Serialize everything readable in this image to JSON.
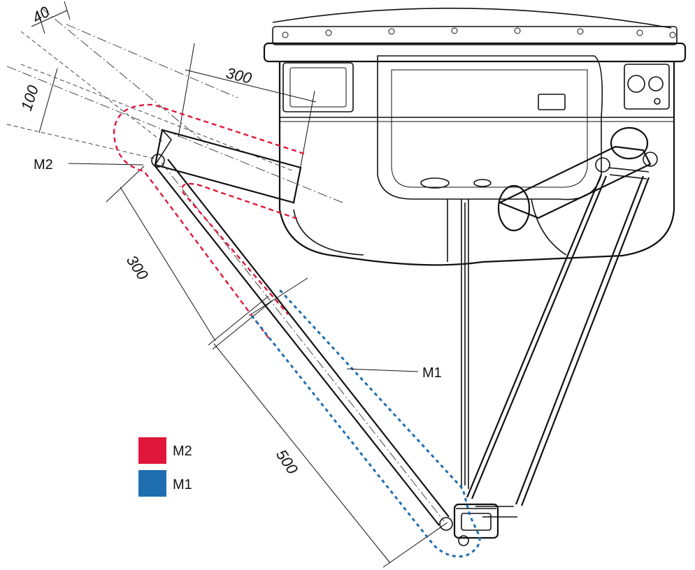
{
  "dimensions": {
    "d40": "40",
    "d100": "100",
    "d300_top": "300",
    "d300_side": "300",
    "d500": "500"
  },
  "callouts": {
    "m2": "M2",
    "m1": "M1"
  },
  "legend": {
    "items": [
      {
        "label": "M2",
        "color": "#e0173a"
      },
      {
        "label": "M1",
        "color": "#1f6eb0"
      }
    ]
  },
  "colors": {
    "m2_envelope": "#e0173a",
    "m1_envelope": "#1f6eb0",
    "linework": "#111111"
  }
}
